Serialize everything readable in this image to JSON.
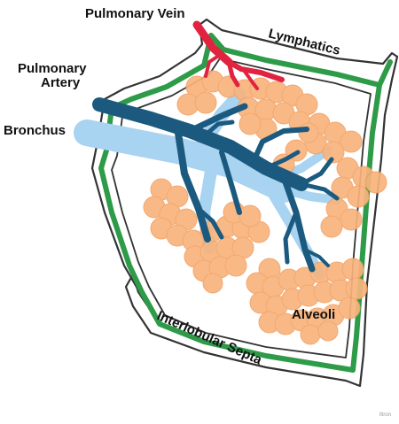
{
  "diagram": {
    "labels": {
      "pulmonary_vein": "Pulmonary Vein",
      "lymphatics": "Lymphatics",
      "pulmonary_artery_line1": "Pulmonary",
      "pulmonary_artery_line2": "Artery",
      "bronchus": "Bronchus",
      "alveoli": "Alveoli",
      "interlobular_septa": "Interlobular Septa",
      "credit": "lltron"
    },
    "colors": {
      "septa_green": "#2e9b49",
      "septa_outline": "#333333",
      "alveoli_orange": "#f8b47c",
      "alveoli_orange_dark": "#f3a165",
      "bronchus_light_blue": "#a8d3f1",
      "artery_dark_blue": "#1b5a7e",
      "vein_red": "#e0233f",
      "text": "#111111"
    }
  }
}
